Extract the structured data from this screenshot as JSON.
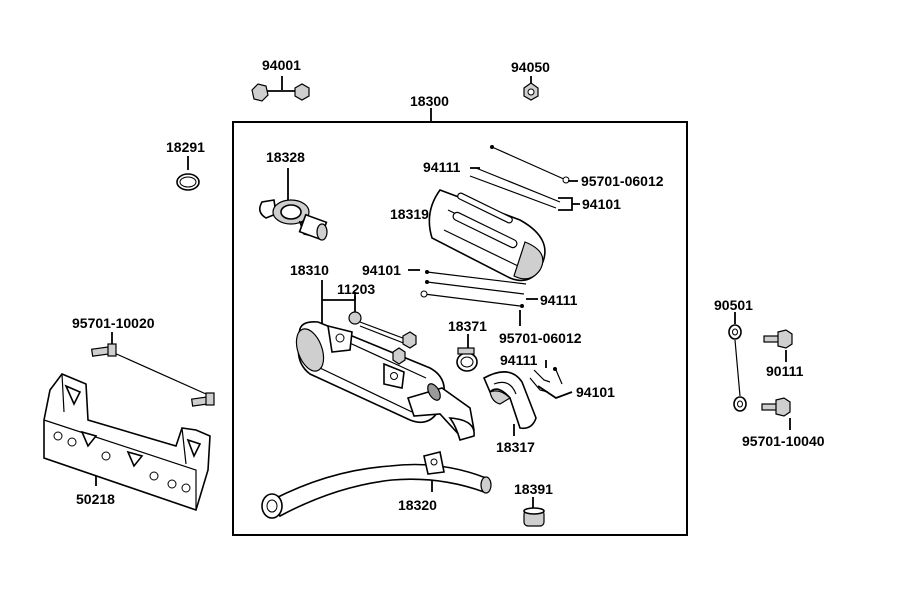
{
  "labels": {
    "l94001": "94001",
    "l94050": "94050",
    "l18300": "18300",
    "l18291": "18291",
    "l18328": "18328",
    "l94111a": "94111",
    "l95701_06012a": "95701-06012",
    "l94101a": "94101",
    "l18319": "18319",
    "l18310": "18310",
    "l94101b": "94101",
    "l11203": "11203",
    "l94111b": "94111",
    "l95701_10020": "95701-10020",
    "l18371": "18371",
    "l95701_06012b": "95701-06012",
    "l94111c": "94111",
    "l94101c": "94101",
    "l90501": "90501",
    "l90111": "90111",
    "l18317": "18317",
    "l95701_10040": "95701-10040",
    "l50218": "50218",
    "l18320": "18320",
    "l18391": "18391"
  },
  "colors": {
    "line": "#000000",
    "shade": "#cfcfcf",
    "background": "#ffffff"
  }
}
